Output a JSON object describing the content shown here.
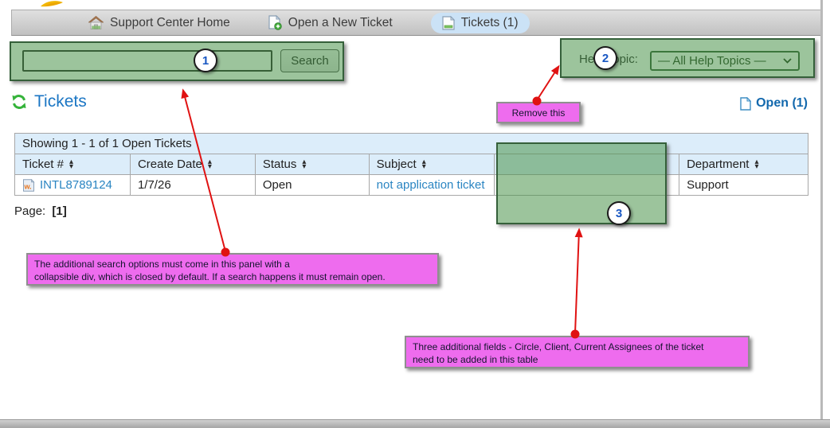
{
  "nav": {
    "items": [
      {
        "label": "Support Center Home"
      },
      {
        "label": "Open a New Ticket"
      },
      {
        "label": "Tickets (1)"
      }
    ]
  },
  "search": {
    "value": "",
    "button_label": "Search"
  },
  "help_topic": {
    "label": "Help Topic:",
    "selected": "— All Help Topics —",
    "chevron": "∨"
  },
  "tickets_header": {
    "title": "Tickets",
    "open_link": "Open (1)"
  },
  "table": {
    "summary": "Showing 1 - 1 of 1 Open Tickets",
    "columns": [
      {
        "label": "Ticket #"
      },
      {
        "label": "Create Date"
      },
      {
        "label": "Status"
      },
      {
        "label": "Subject"
      },
      {
        "label": ""
      },
      {
        "label": "Department"
      }
    ],
    "row": {
      "ticket_number": "INTL8789124",
      "create_date": "1/7/26",
      "status": "Open",
      "subject": "not application ticket",
      "hidden": "",
      "department": "Support"
    }
  },
  "pagination": {
    "label": "Page:",
    "current": "[1]"
  },
  "icons": {
    "sort_up": "▴",
    "sort_down": "▾"
  },
  "annotations": {
    "badges": {
      "one": "1",
      "two": "2",
      "three": "3"
    },
    "remove_note": "Remove this",
    "search_note_line1": "The additional search options must come in this panel with a",
    "search_note_line2": "collapsible div, which is closed by default. If a search happens it must remain open.",
    "table_note_line1": "Three additional fields - Circle, Client, Current Assignees of the ticket",
    "table_note_line2": "need to be added in this table"
  },
  "colors": {
    "highlight_green": "rgba(75,148,75,0.55)",
    "note_pink": "#ee6cee",
    "arrow_red": "#e01212",
    "accent_blue": "#1b76c4",
    "active_tab_blue": "#cbe2f6"
  }
}
